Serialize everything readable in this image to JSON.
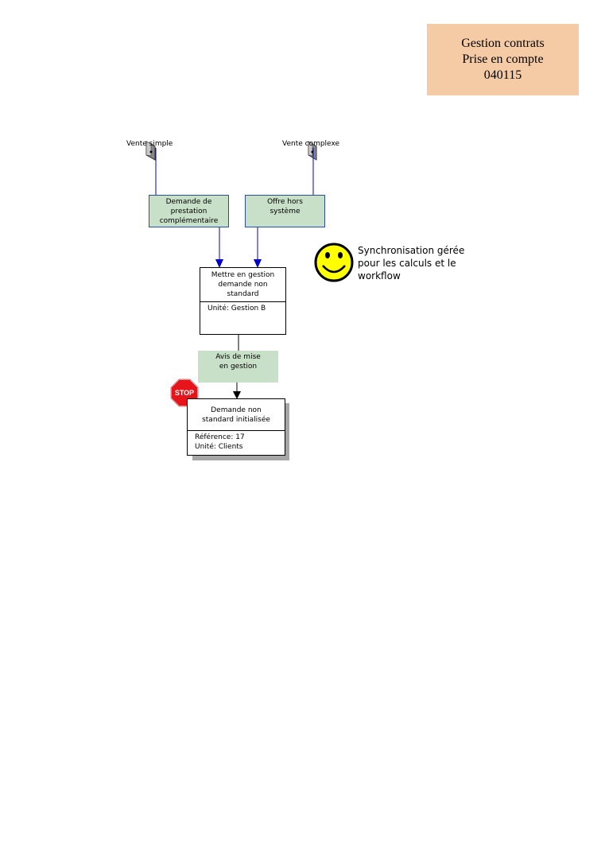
{
  "header": {
    "line1": "Gestion contrats",
    "line2": "Prise en compte",
    "line3": "040115"
  },
  "triggers": {
    "vente_simple": "Vente simple",
    "vente_complexe": "Vente complexe"
  },
  "events": {
    "demande_prestation": [
      "Demande de",
      "prestation",
      "complémentaire"
    ],
    "offre_hors_systeme": [
      "Offre hors",
      "système"
    ]
  },
  "operation": {
    "title": [
      "Mettre en gestion",
      "demande non",
      "standard"
    ],
    "unit": "Unité: Gestion B"
  },
  "message": {
    "lines": [
      "Avis de mise",
      "en gestion"
    ]
  },
  "result": {
    "title": [
      "Demande non",
      "standard initialisée"
    ],
    "reference": "Référence: 17",
    "unit": "Unité: Clients"
  },
  "note": {
    "lines": [
      "Synchronisation gérée",
      "pour les calculs et le",
      "workflow"
    ]
  },
  "stop_sign": "STOP",
  "colors": {
    "header_bg": "#f5cba6",
    "event_bg": "#c8e0c8",
    "flow_line": "#0000cc",
    "smiley": "#ffff00",
    "stop": "#e8141b"
  },
  "icons": {
    "trigger": "document-flag-icon",
    "note": "smiley-icon",
    "end": "stop-sign-icon"
  }
}
